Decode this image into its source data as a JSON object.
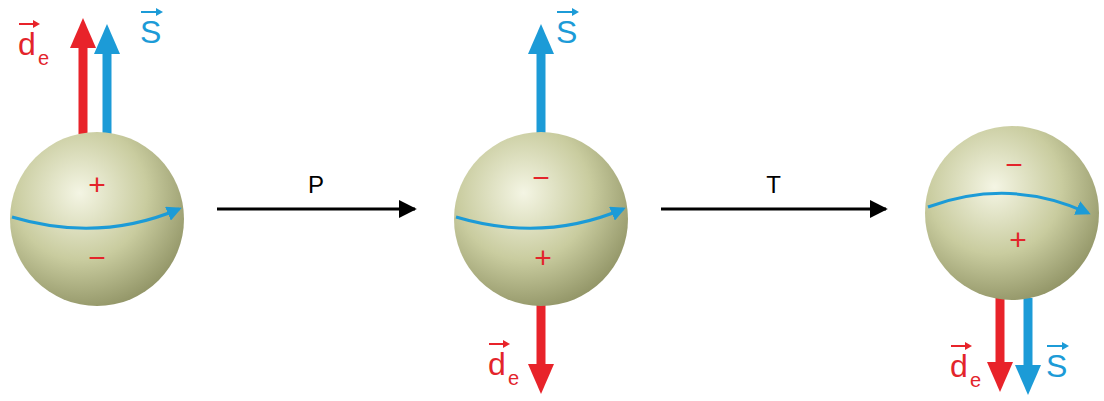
{
  "diagram": {
    "nodes": [
      {
        "text": [
          "+",
          "−"
        ]
      },
      {
        "text": [
          "−",
          "+"
        ]
      },
      {
        "text": [
          "−",
          "+"
        ]
      }
    ],
    "edges": [
      {
        "from": 0,
        "to": 1,
        "arrow": "to",
        "label": "P"
      },
      {
        "from": 1,
        "to": 2,
        "arrow": "to",
        "label": "T"
      }
    ],
    "labels": [
      "d",
      "e",
      "S",
      "d",
      "e",
      "S",
      "d",
      "e",
      "S"
    ]
  }
}
